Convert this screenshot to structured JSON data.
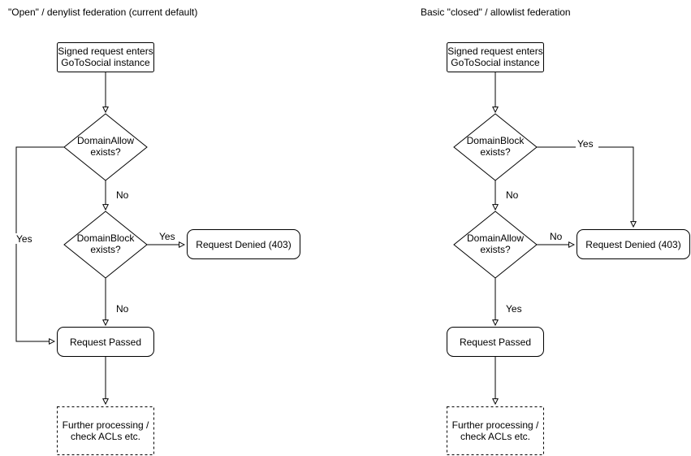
{
  "left": {
    "title": "\"Open\" / denylist federation (current default)",
    "entry": {
      "line1": "Signed request enters",
      "line2": "GoToSocial instance"
    },
    "decision1": {
      "line1": "DomainAllow",
      "line2": "exists?"
    },
    "decision2": {
      "line1": "DomainBlock",
      "line2": "exists?"
    },
    "denied": "Request Denied (403)",
    "passed": "Request Passed",
    "further": {
      "line1": "Further processing /",
      "line2": "check ACLs etc."
    },
    "labels": {
      "allow_no": "No",
      "allow_yes": "Yes",
      "block_yes": "Yes",
      "block_no": "No"
    }
  },
  "right": {
    "title": "Basic \"closed\" / allowlist federation",
    "entry": {
      "line1": "Signed request enters",
      "line2": "GoToSocial instance"
    },
    "decision1": {
      "line1": "DomainBlock",
      "line2": "exists?"
    },
    "decision2": {
      "line1": "DomainAllow",
      "line2": "exists?"
    },
    "denied": "Request Denied (403)",
    "passed": "Request Passed",
    "further": {
      "line1": "Further processing /",
      "line2": "check ACLs etc."
    },
    "labels": {
      "block_yes": "Yes",
      "block_no": "No",
      "allow_no": "No",
      "allow_yes": "Yes"
    }
  }
}
